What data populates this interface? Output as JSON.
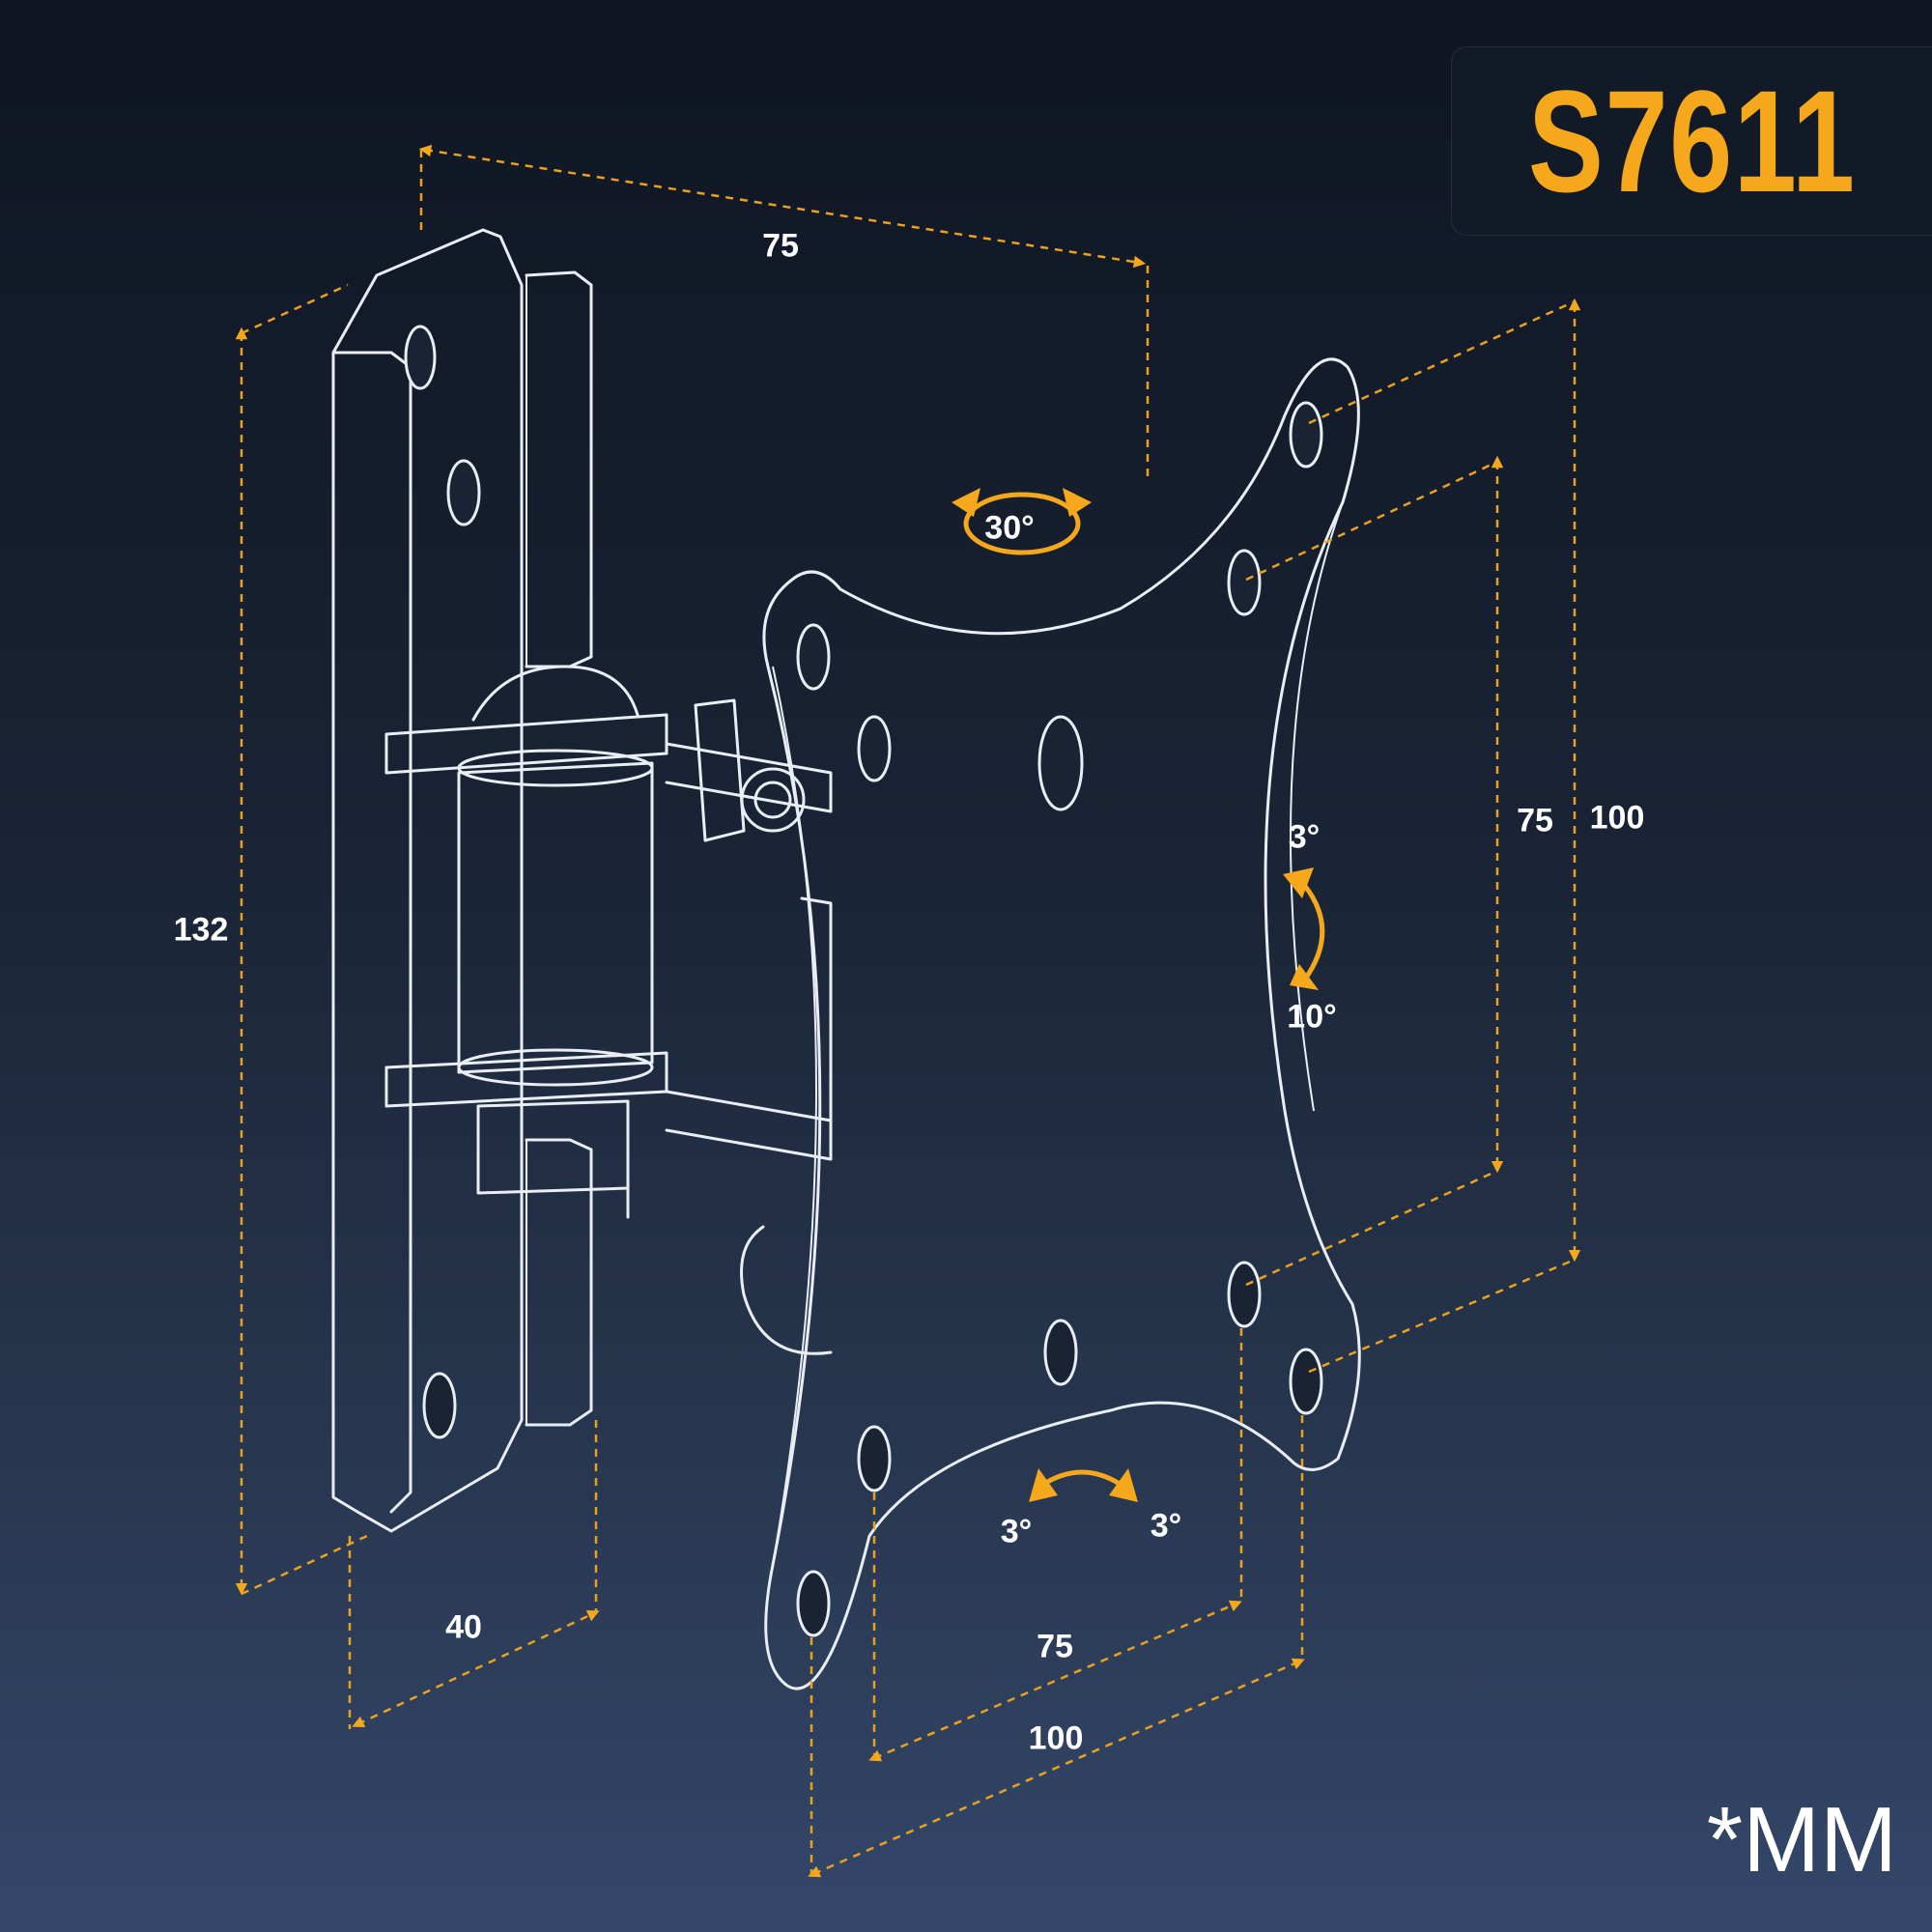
{
  "model": {
    "code": "S7611"
  },
  "unit_note": "*MM",
  "dimensions": {
    "wall_plate_top_width": "75",
    "wall_plate_height": "132",
    "wall_plate_depth": "40",
    "vesa_vertical_small": "75",
    "vesa_vertical_large": "100",
    "vesa_horizontal_small": "75",
    "vesa_horizontal_large": "100"
  },
  "angles": {
    "swivel": "30°",
    "tilt_up": "3°",
    "tilt_down": "10°",
    "rotate_left": "3°",
    "rotate_right": "3°"
  },
  "colors": {
    "accent": "#f5a81c",
    "line": "#e9edf4",
    "background_top": "#0f1522",
    "background_bottom": "#34476a"
  }
}
